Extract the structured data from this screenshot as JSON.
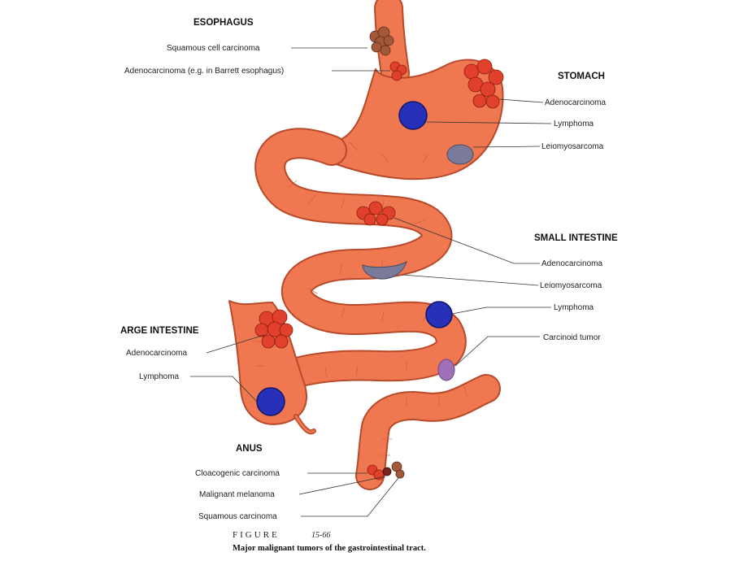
{
  "colors": {
    "gut_fill": "#f07850",
    "gut_outline": "#b84a2c",
    "carcinoma_red": "#e0402c",
    "squamous_brown": "#a4583a",
    "lymphoma_blue": "#2630b8",
    "sarcoma_gray": "#7a7a9a",
    "carcinoid_purple": "#a070b8",
    "melanoma_dark": "#7a2420"
  },
  "esophagus": {
    "header": "ESOPHAGUS",
    "squamous": "Squamous cell carcinoma",
    "adeno": "Adenocarcinoma (e.g. in Barrett esophagus)"
  },
  "stomach": {
    "header": "STOMACH",
    "adeno": "Adenocarcinoma",
    "lymphoma": "Lymphoma",
    "leiomyo": "Leiomyosarcoma"
  },
  "small_intestine": {
    "header": "SMALL INTESTINE",
    "adeno": "Adenocarcinoma",
    "leiomyo": "Leiomyosarcoma",
    "lymphoma": "Lymphoma",
    "carcinoid": "Carcinoid tumor"
  },
  "large_intestine": {
    "header": "ARGE INTESTINE",
    "adeno": "Adenocarcinoma",
    "lymphoma": "Lymphoma"
  },
  "anus": {
    "header": "ANUS",
    "cloacogenic": "Cloacogenic carcinoma",
    "melanoma": "Malignant melanoma",
    "squamous": "Squamous carcinoma"
  },
  "figure": {
    "word": "FIGURE",
    "number": "15-66",
    "caption": "Major malignant tumors of the gastrointestinal tract."
  }
}
